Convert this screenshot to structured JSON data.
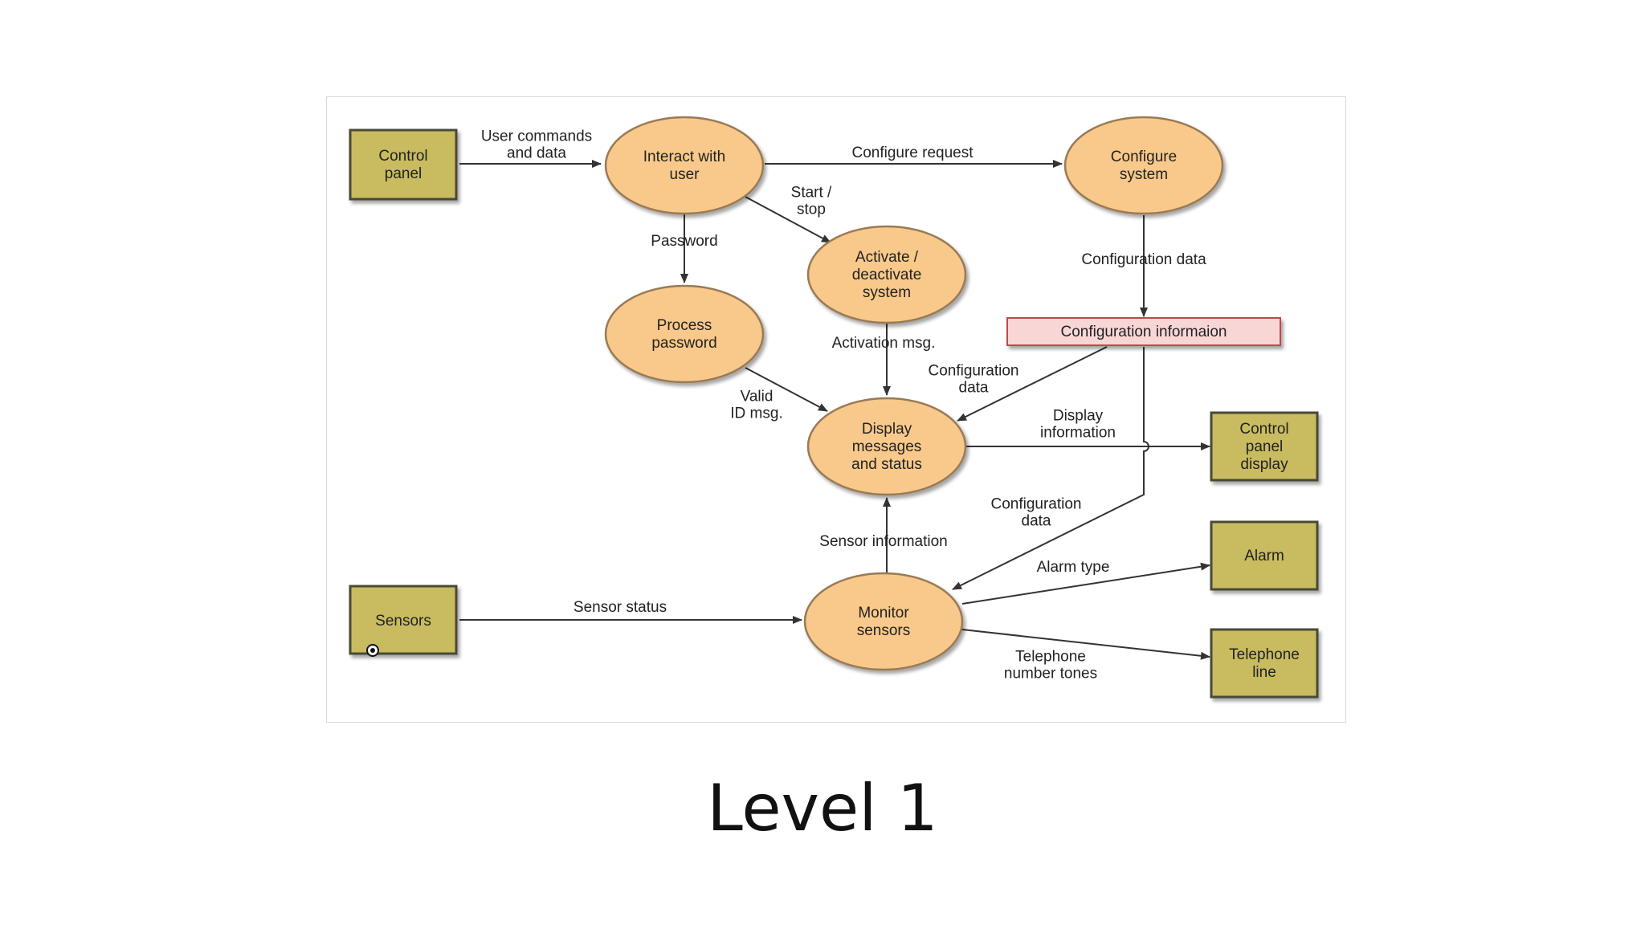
{
  "slide": {
    "title": "Level 1"
  },
  "diagram": {
    "colors": {
      "process_fill": "#f8c98a",
      "process_stroke": "#9a7a55",
      "entity_fill": "#c9bb5e",
      "entity_stroke": "#4a4a38",
      "store_fill": "#f9d6d6",
      "store_stroke": "#c04a4a",
      "arrow": "#333333"
    },
    "entities": {
      "control_panel": "Control\npanel",
      "sensors": "Sensors",
      "control_panel_display": "Control\npanel\ndisplay",
      "alarm": "Alarm",
      "telephone_line": "Telephone\nline"
    },
    "processes": {
      "interact_with_user": "Interact with\nuser",
      "configure_system": "Configure\nsystem",
      "activate_deactivate_system": "Activate /\ndeactivate\nsystem",
      "process_password": "Process\npassword",
      "display_messages_status": "Display\nmessages\nand status",
      "monitor_sensors": "Monitor\nsensors"
    },
    "data_store": {
      "configuration_information": "Configuration informaion"
    },
    "flows": {
      "user_commands": "User commands\nand data",
      "configure_request": "Configure request",
      "start_stop": "Start /\nstop",
      "password": "Password",
      "configuration_data_1": "Configuration data",
      "activation_msg": "Activation msg.",
      "configuration_data_2": "Configuration\ndata",
      "valid_id_msg": "Valid\nID msg.",
      "display_information": "Display\ninformation",
      "configuration_data_3": "Configuration\ndata",
      "sensor_information": "Sensor information",
      "alarm_type": "Alarm type",
      "sensor_status": "Sensor status",
      "telephone_number_tones": "Telephone\nnumber tones"
    }
  }
}
